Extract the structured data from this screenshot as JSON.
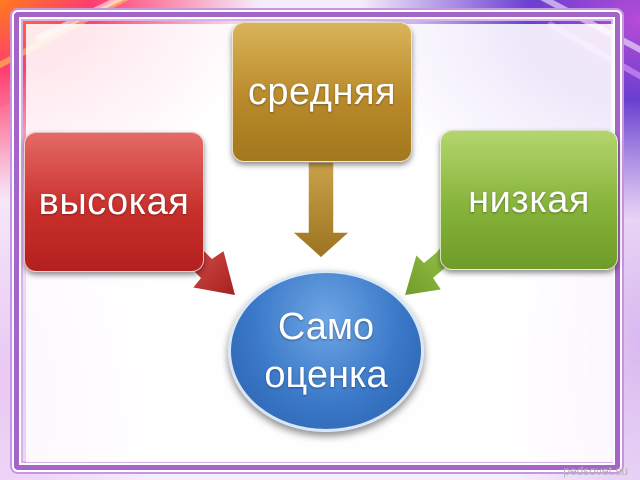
{
  "diagram": {
    "center": {
      "line1": "Само",
      "line2": "оценка"
    },
    "nodes": {
      "high": "высокая",
      "medium": "средняя",
      "low": "низкая"
    },
    "colors": {
      "high": "#c9302c",
      "medium": "#b98a2a",
      "low": "#86b33a",
      "center": "#3a78c8",
      "frame": "#a564c8"
    }
  },
  "watermark": "pedsovet.su"
}
